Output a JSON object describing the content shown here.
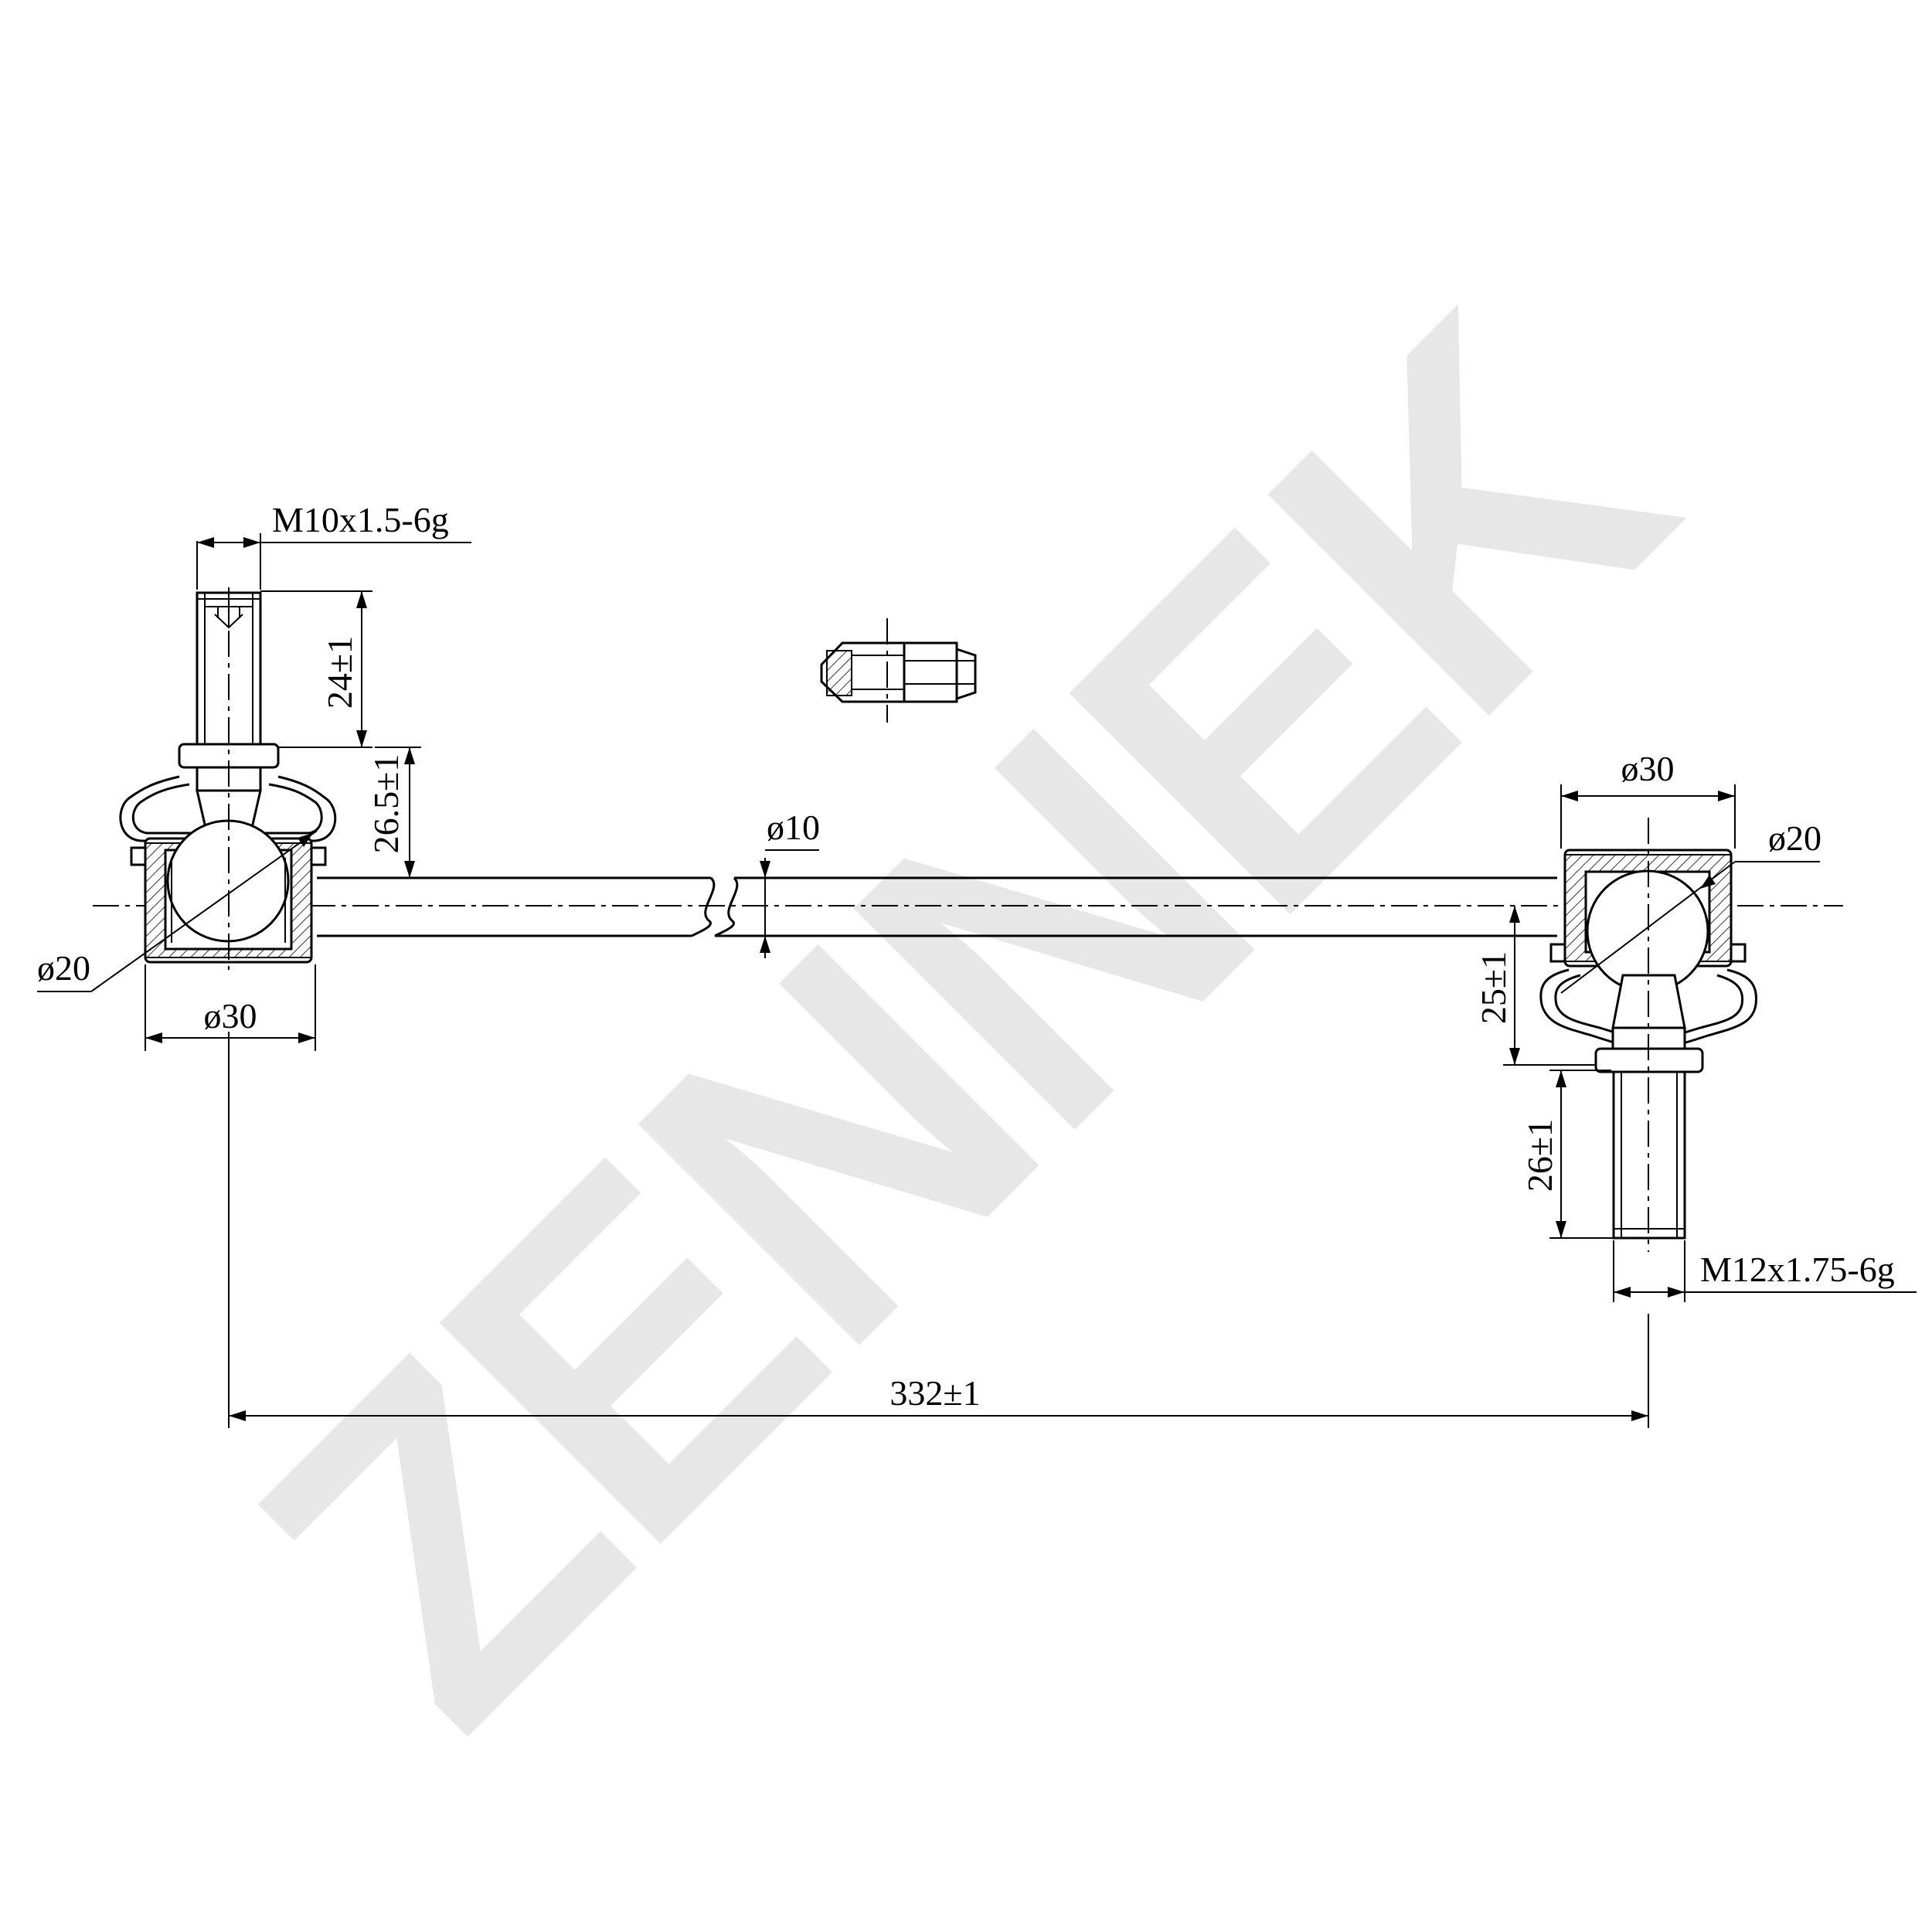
{
  "watermark": {
    "brand": "ZENNEK",
    "color": "#e7e7e7"
  },
  "drawing": {
    "line_color": "#000000",
    "background": "#ffffff",
    "dimensions": {
      "left_thread": "M10x1.5-6g",
      "left_thread_length": "24±1",
      "left_stud_height": "26.5±1",
      "left_ball": "ø20",
      "left_housing": "ø30",
      "rod_diameter": "ø10",
      "right_housing": "ø30",
      "right_ball": "ø20",
      "right_stud_height": "25±1",
      "right_thread_length": "26±1",
      "right_thread": "M12x1.75-6g",
      "overall_length": "332±1"
    }
  }
}
